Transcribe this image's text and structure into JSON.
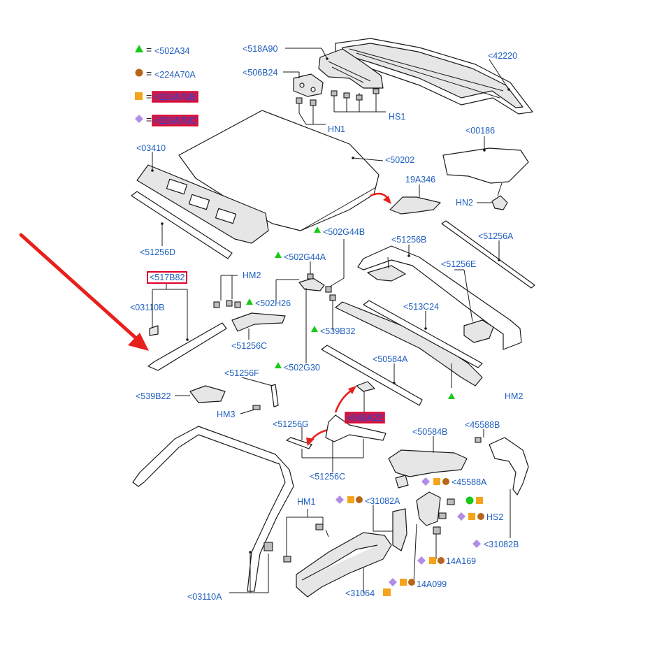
{
  "legend": [
    {
      "symbol": "green-triangle",
      "equals": "=",
      "code": "<502A34",
      "highlighted": false
    },
    {
      "symbol": "brown-circle",
      "equals": "=",
      "code": "<224A70A",
      "highlighted": false
    },
    {
      "symbol": "orange-square",
      "equals": "=",
      "code": "<224A70B",
      "highlighted": true
    },
    {
      "symbol": "purple-diamond",
      "equals": "=",
      "code": "<224A70C",
      "highlighted": true
    }
  ],
  "colors": {
    "label_blue": "#1f5fbf",
    "highlight_red": "#e0002a",
    "green": "#19c919",
    "brown": "#b8651a",
    "orange": "#f4a41c",
    "purple": "#b28ce6"
  },
  "labels": {
    "p518A90": "<518A90",
    "p42220": "<42220",
    "p506B24": "<506B24",
    "hs1": "HS1",
    "hn1": "HN1",
    "p00186": "<00186",
    "p03410": "<03410",
    "p50202": "<50202",
    "p19A346": "19A346",
    "hn2": "HN2",
    "p51256D": "<51256D",
    "p502G44B": "<502G44B",
    "p51256A": "<51256A",
    "p51256B": "<51256B",
    "p502G44A": "<502G44A",
    "p51256E": "<51256E",
    "p517B82": "<517B82",
    "hm2a": "HM2",
    "p502H26": "<502H26",
    "p03110B": "<03110B",
    "p513C24": "<513C24",
    "p539B32": "<539B32",
    "p51256C_a": "<51256C",
    "p50584A": "<50584A",
    "p502G30": "<502G30",
    "p51256F": "<51256F",
    "hm2b": "HM2",
    "p539B22": "<539B22",
    "hm3": "HM3",
    "p546A22": "<546A22",
    "p51256G": "<51256G",
    "p50584B": "<50584B",
    "p45588B": "<45588B",
    "p51256C_b": "<51256C",
    "p45588A": "<45588A",
    "hm1": "HM1",
    "p31082A": "<31082A",
    "hs2": "HS2",
    "p31082B": "<31082B",
    "p14A169": "14A169",
    "p14A099": "14A099",
    "p31064": "<31064",
    "p03110A": "<03110A"
  }
}
